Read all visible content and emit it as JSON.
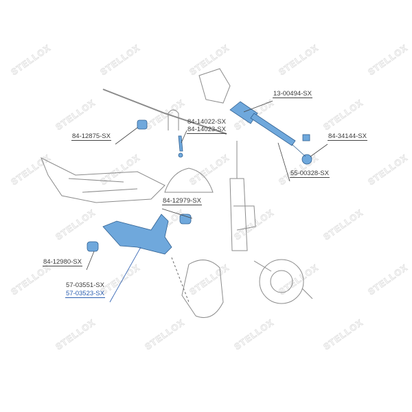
{
  "watermark": "STELLOX",
  "colors": {
    "part_highlight": "#6fa8dc",
    "line": "#555555",
    "link": "#2a5db0",
    "text": "#3a3a3a"
  },
  "labels": {
    "steering_rack": "13-00494-SX",
    "stab_link_1": "84-14022-SX",
    "stab_link_2": "84-14023-SX",
    "stab_bushing": "84-12875-SX",
    "tie_rod_end": "84-34144-SX",
    "tie_rod": "55-00328-SX",
    "arm_bushing_rear": "84-12979-SX",
    "arm_bushing_front": "84-12980-SX",
    "control_arm_1": "57-03551-SX",
    "control_arm_2": "57-03523-SX"
  }
}
